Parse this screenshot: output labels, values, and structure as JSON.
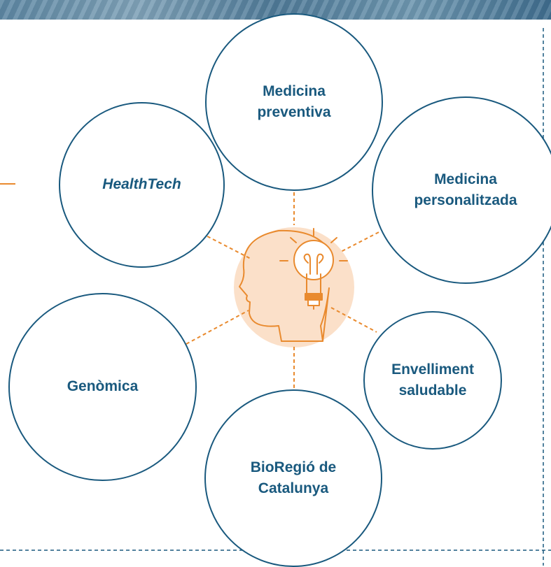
{
  "colors": {
    "accent_blue": "#19597e",
    "accent_orange": "#e98a2e",
    "center_fill": "#fbe0c9"
  },
  "center": {
    "icon": "head-lightbulb-icon"
  },
  "nodes": {
    "preventive": "Medicina\npreventiva",
    "personalized": "Medicina\npersonalitzada",
    "healthtech": "HealthTech",
    "aging": "Envelliment\nsaludable",
    "genomics": "Genòmica",
    "bioregion": "BioRegió de\nCatalunya"
  }
}
